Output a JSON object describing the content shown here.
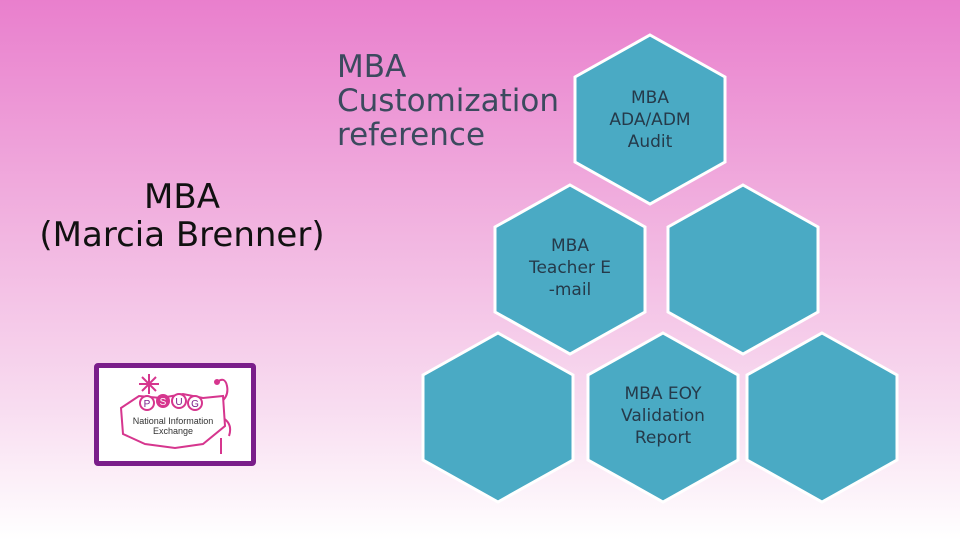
{
  "slide": {
    "left_title": [
      "MBA",
      "(Marcia Brenner)"
    ],
    "top_title": [
      "MBA",
      "Customization",
      "reference"
    ]
  },
  "hexagons": [
    {
      "label": [
        "MBA",
        "ADA/ADM",
        "Audit"
      ]
    },
    {
      "label": [
        "MBA",
        "Teacher E",
        "-mail"
      ]
    },
    {
      "label": []
    },
    {
      "label": []
    },
    {
      "label": []
    },
    {
      "label": [
        "MBA EOY",
        "Validation",
        "Report"
      ]
    },
    {
      "label": []
    }
  ],
  "logo": {
    "letters": [
      "P",
      "S",
      "U",
      "G"
    ],
    "line1": "National Information",
    "line2": "Exchange"
  },
  "colors": {
    "hex_fill": "#4aaac4",
    "hex_stroke": "#ffffff",
    "logo_border": "#7a1e8a",
    "logo_accent": "#d6368e"
  }
}
